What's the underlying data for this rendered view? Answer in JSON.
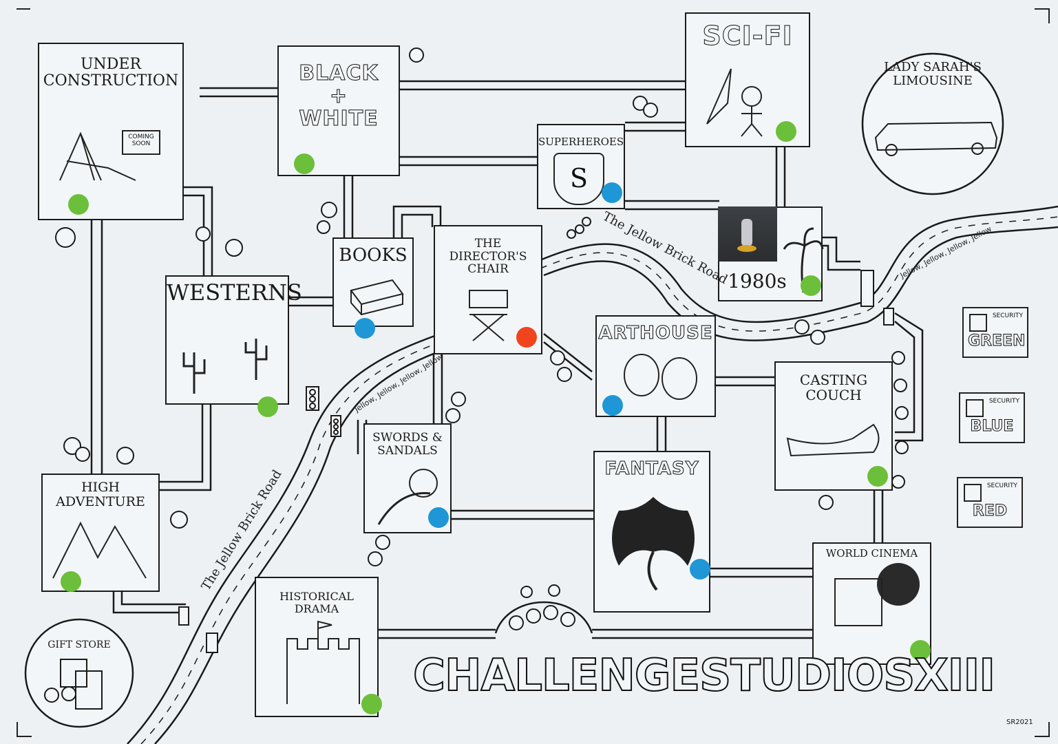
{
  "board": {
    "title": "CHALLENGESTUDIOSXIII",
    "signature": "SR2021",
    "colors": {
      "green": "#6cbf3a",
      "blue": "#1f96d6",
      "red": "#f0451c",
      "road": "#1a1a1a"
    }
  },
  "locations": {
    "under_construction": {
      "title": "UNDER\nCONSTRUCTION",
      "sign": "COMING\nSOON",
      "token": "green"
    },
    "black_white": {
      "title": "BLACK\n+\nWHITE",
      "token": "green"
    },
    "superheroes": {
      "title": "SUPERHEROES",
      "emblem": "S",
      "token": "blue"
    },
    "sci_fi": {
      "title": "SCI-FI",
      "token": "green"
    },
    "limousine": {
      "title": "LADY SARAH'S\nLIMOUSINE"
    },
    "books": {
      "title": "BOOKS",
      "token": "blue"
    },
    "directors_chair": {
      "title": "THE\nDIRECTOR'S\nCHAIR",
      "token": "red"
    },
    "eighties": {
      "title": "1980s",
      "token": "green"
    },
    "westerns": {
      "title": "WESTERNS",
      "token": "green"
    },
    "arthouse": {
      "title": "ARTHOUSE",
      "token": "blue"
    },
    "casting_couch": {
      "title": "CASTING\nCOUCH",
      "token": "green"
    },
    "swords_sandals": {
      "title": "SWORDS &\nSANDALS",
      "token": "blue"
    },
    "fantasy": {
      "title": "FANTASY",
      "token": "blue"
    },
    "high_adventure": {
      "title": "HIGH\nADVENTURE",
      "token": "green"
    },
    "world_cinema": {
      "title": "WORLD CINEMA",
      "token": "green"
    },
    "historical_drama": {
      "title": "HISTORICAL DRAMA",
      "token": "green"
    },
    "gift_store": {
      "title": "GIFT STORE"
    }
  },
  "security": [
    {
      "small": "SECURITY",
      "word": "GREEN"
    },
    {
      "small": "SECURITY",
      "word": "BLUE"
    },
    {
      "small": "SECURITY",
      "word": "RED"
    }
  ],
  "road": {
    "name_1": "The Jellow Brick Road",
    "name_2": "The Jellow Brick Road",
    "song_1": "Jellow, Jellow, Jellow, Jellow",
    "song_2": "Jellow, Jellow, Jellow, Jellow"
  },
  "photo": {
    "icon": "miniature-figure-icon"
  }
}
